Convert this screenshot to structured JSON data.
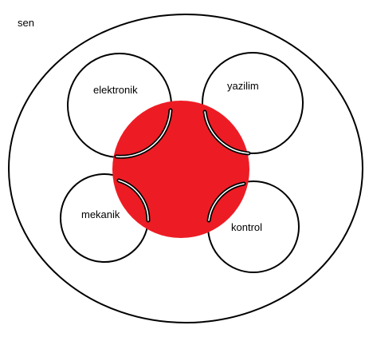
{
  "labels": {
    "outer": "sen",
    "top_left": "elektronik",
    "top_right": "yazilim",
    "bottom_left": "mekanik",
    "bottom_right": "kontrol"
  },
  "colors": {
    "center_fill": "#ED1C24",
    "stroke": "#000000",
    "background": "#FFFFFF"
  }
}
